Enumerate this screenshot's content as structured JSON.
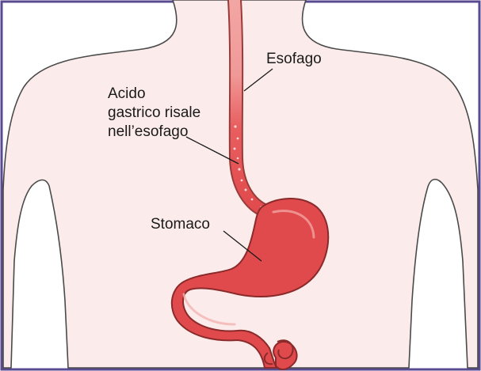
{
  "labels": {
    "esophagus": "Esofago",
    "acid_line1": "Acido",
    "acid_line2": "gastrico risale",
    "acid_line3": "nell’esofago",
    "stomach": "Stomaco"
  },
  "colors": {
    "frame": "#5a4a90",
    "body_fill": "#fbeceb",
    "body_outline": "#4a4a4a",
    "organ_fill": "#e04a4c",
    "organ_dark": "#c9373a",
    "organ_light": "#f2a2a0",
    "leader": "#1a1a1a"
  }
}
